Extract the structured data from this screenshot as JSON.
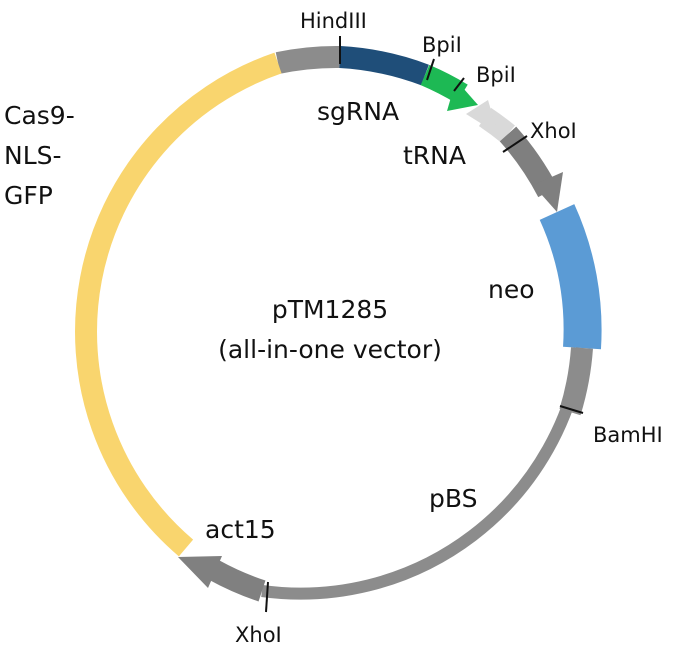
{
  "title": {
    "line1": "pTM1285",
    "line2": "(all-in-one vector)"
  },
  "features": {
    "cas9": {
      "line1": "Cas9-",
      "line2": "NLS-",
      "line3": "GFP",
      "color": "#f9d56e"
    },
    "sgrna": {
      "label": "sgRNA",
      "color": "#1f4e79"
    },
    "green": {
      "color": "#1db954"
    },
    "trna": {
      "label": "tRNA",
      "color": "#d9d9d9"
    },
    "neo": {
      "label": "neo",
      "color": "#5b9bd5"
    },
    "pbs": {
      "label": "pBS",
      "color": "#8c8c8c"
    },
    "act15": {
      "label": "act15",
      "color": "#808080"
    }
  },
  "sites": {
    "hindiii": "HindIII",
    "bpil_1": "BpiI",
    "bpil_2": "BpiI",
    "xhoi_top": "XhoI",
    "bamhi": "BamHI",
    "xhoi_bottom": "XhoI"
  }
}
